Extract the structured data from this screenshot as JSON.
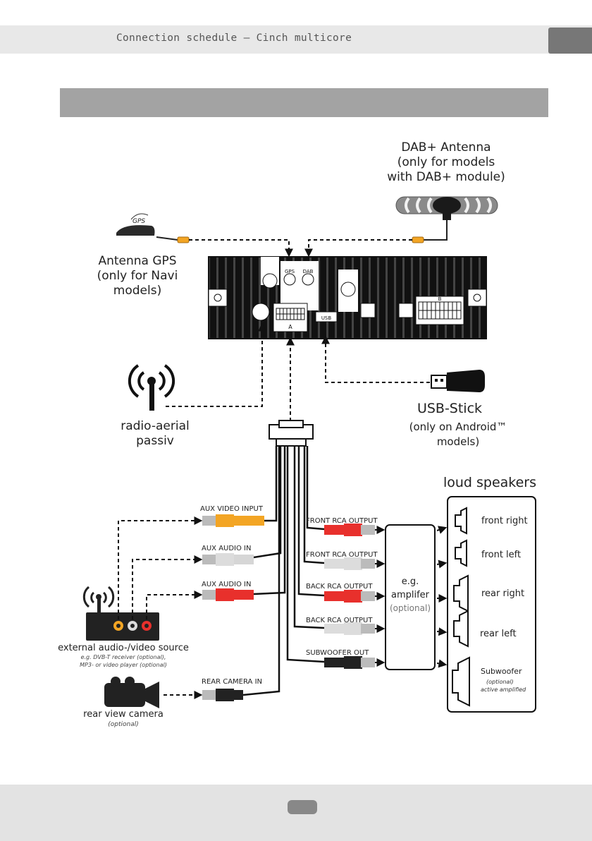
{
  "header": {
    "title": "Connection schedule – Cinch multicore"
  },
  "top": {
    "dab_antenna": [
      "DAB+ Antenna",
      "(only for models",
      "with DAB+ module)"
    ],
    "gps_antenna": [
      "Antenna GPS",
      "(only for Navi",
      "models)"
    ],
    "gps_badge": "GPS"
  },
  "unit": {
    "port_gps": "GPS",
    "port_dab": "DAB",
    "port_usb": "USB",
    "conn_a": "A",
    "conn_b": "B"
  },
  "radio": [
    "radio-aerial",
    "passiv"
  ],
  "usb_stick": [
    "USB-Stick",
    "(only on Android™",
    "models)"
  ],
  "speakers": {
    "title": "loud speakers",
    "items": [
      "front right",
      "front left",
      "rear right",
      "rear left",
      "Subwoofer"
    ],
    "sub_note": [
      "(optional)",
      "active amplified"
    ]
  },
  "cables": {
    "aux_video": "AUX VIDEO INPUT",
    "aux_audio_1": "AUX AUDIO IN",
    "aux_audio_2": "AUX AUDIO IN",
    "front_rca_1": "FRONT RCA OUTPUT",
    "front_rca_2": "FRONT RCA OUTPUT",
    "back_rca_1": "BACK RCA OUTPUT",
    "back_rca_2": "BACK RCA OUTPUT",
    "subwoofer_out": "SUBWOOFER OUT",
    "rear_camera_in": "REAR CAMERA IN"
  },
  "amplifier": [
    "e.g.",
    "amplifer",
    "(optional)"
  ],
  "source": {
    "title": "external audio-/video source",
    "notes": [
      "e.g. DVB-T receiver (optional),",
      "MP3- or video player (optional)"
    ]
  },
  "camera": {
    "title": "rear view camera",
    "note": "(optional)"
  },
  "colors": {
    "yellow": "#f3a524",
    "red": "#e8302c",
    "white": "#dcdcdc",
    "black": "#222222",
    "antenna_orange": "#f3a524"
  }
}
